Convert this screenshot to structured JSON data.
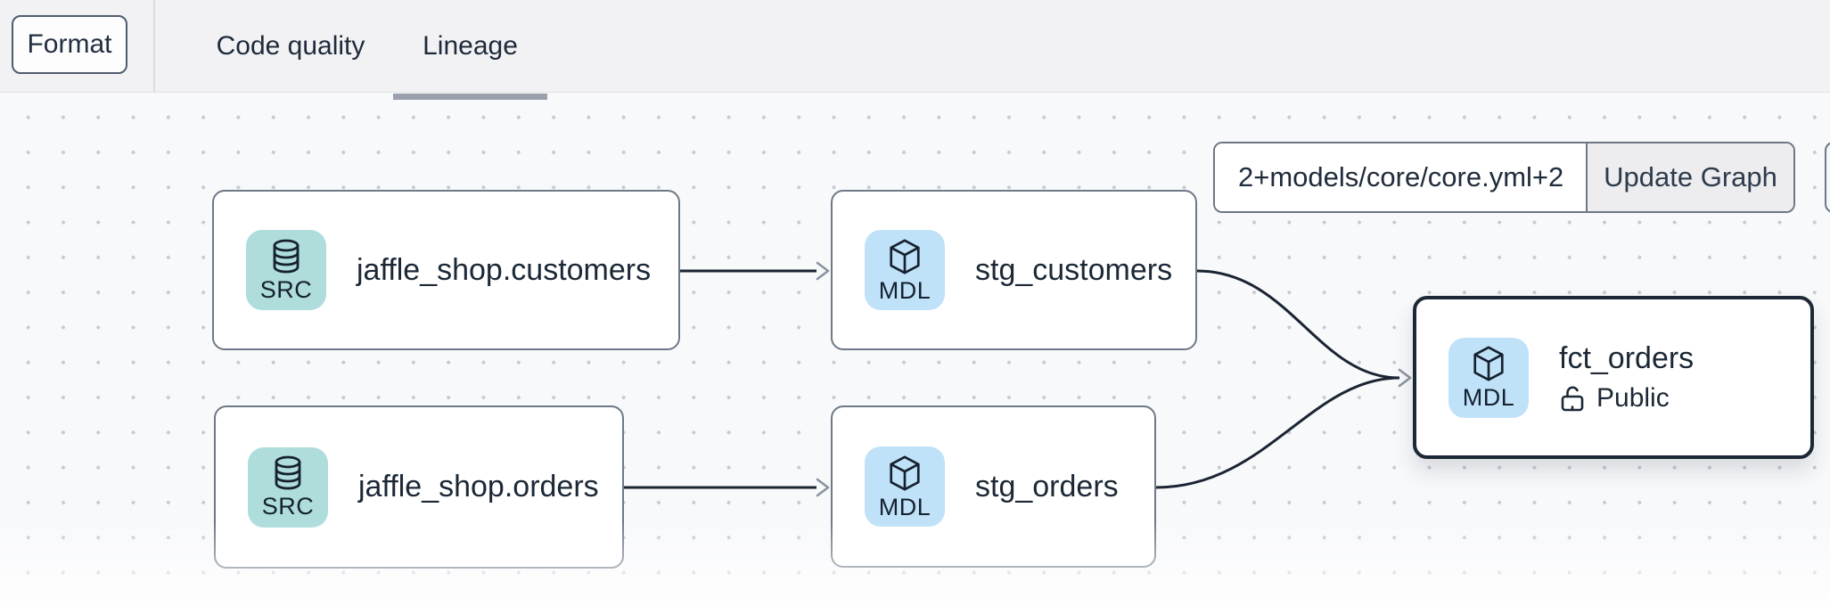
{
  "header": {
    "format_button": "Format",
    "tabs": [
      {
        "label": "Code quality",
        "active": false
      },
      {
        "label": "Lineage",
        "active": true
      }
    ]
  },
  "graph_controls": {
    "selector_value": "2+models/core/core.yml+2",
    "update_button": "Update Graph"
  },
  "lineage": {
    "nodes": [
      {
        "id": "source-jaffle-shop-customers",
        "badge": "SRC",
        "icon": "database-icon",
        "title": "jaffle_shop.customers",
        "selected": false
      },
      {
        "id": "model-stg-customers",
        "badge": "MDL",
        "icon": "cube-icon",
        "title": "stg_customers",
        "selected": false
      },
      {
        "id": "source-jaffle-shop-orders",
        "badge": "SRC",
        "icon": "database-icon",
        "title": "jaffle_shop.orders",
        "selected": false
      },
      {
        "id": "model-stg-orders",
        "badge": "MDL",
        "icon": "cube-icon",
        "title": "stg_orders",
        "selected": false
      },
      {
        "id": "model-fct-orders",
        "badge": "MDL",
        "icon": "cube-icon",
        "title": "fct_orders",
        "access_label": "Public",
        "access_icon": "unlock-icon",
        "selected": true
      }
    ],
    "edges": [
      {
        "from": "source-jaffle-shop-customers",
        "to": "model-stg-customers"
      },
      {
        "from": "source-jaffle-shop-orders",
        "to": "model-stg-orders"
      },
      {
        "from": "model-stg-customers",
        "to": "model-fct-orders"
      },
      {
        "from": "model-stg-orders",
        "to": "model-fct-orders"
      }
    ]
  },
  "colors": {
    "source_badge_bg": "#aedddb",
    "model_badge_bg": "#bfe2f9",
    "node_border": "#6e7987",
    "selected_node_border": "#1d2836",
    "edge": "#1a2432",
    "arrowhead": "#8b93a0",
    "tab_indicator": "#9aa1ac",
    "topbar_bg": "#f2f2f4",
    "canvas_bg": "#f8f9fb",
    "text_primary": "#1c2836"
  }
}
